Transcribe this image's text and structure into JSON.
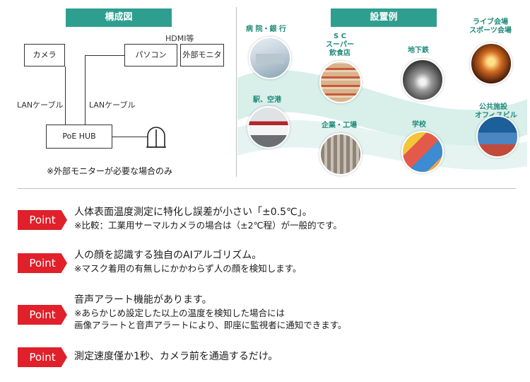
{
  "diagram": {
    "header": "構成図",
    "camera": "カメラ",
    "pc": "パソコン",
    "monitor": "外部モニタ",
    "hdmi": "HDMI等",
    "lan_left": "LANケーブル",
    "lan_right": "LANケーブル",
    "hub": "PoE HUB",
    "note": "※外部モニターが必要な場合のみ"
  },
  "locations": {
    "header": "設置例",
    "places": [
      {
        "label": "病 院・銀 行"
      },
      {
        "label": "S C\nスーパー\n飲食店"
      },
      {
        "label": "地下鉄"
      },
      {
        "label": "ライブ会場\nスポーツ会場"
      },
      {
        "label": "駅、空港"
      },
      {
        "label": "企業・工場"
      },
      {
        "label": "学校"
      },
      {
        "label": "公共施設\nオフィスビル"
      }
    ]
  },
  "points": {
    "badge": "Point",
    "items": [
      {
        "main": "人体表面温度測定に特化し誤差が小さい「±0.5℃」。",
        "sub": "※比較：工業用サーマルカメラの場合は（±2℃程）が一般的です。"
      },
      {
        "main": "人の顔を認識する独自のAIアルゴリズム。",
        "sub": "※マスク着用の有無しにかかわらず人の顔を検知します。"
      },
      {
        "main": "音声アラート機能があります。",
        "sub": "※あらかじめ設定した以上の温度を検知した場合には",
        "sub2": "画像アラートと音声アラートにより、即座に監視者に通知できます。"
      },
      {
        "main": "測定速度僅か1秒、カメラ前を通過するだけ。"
      }
    ]
  },
  "colors": {
    "teal": "#2e9f8f",
    "red": "#e0202a",
    "label_teal": "#1f8a7a"
  }
}
